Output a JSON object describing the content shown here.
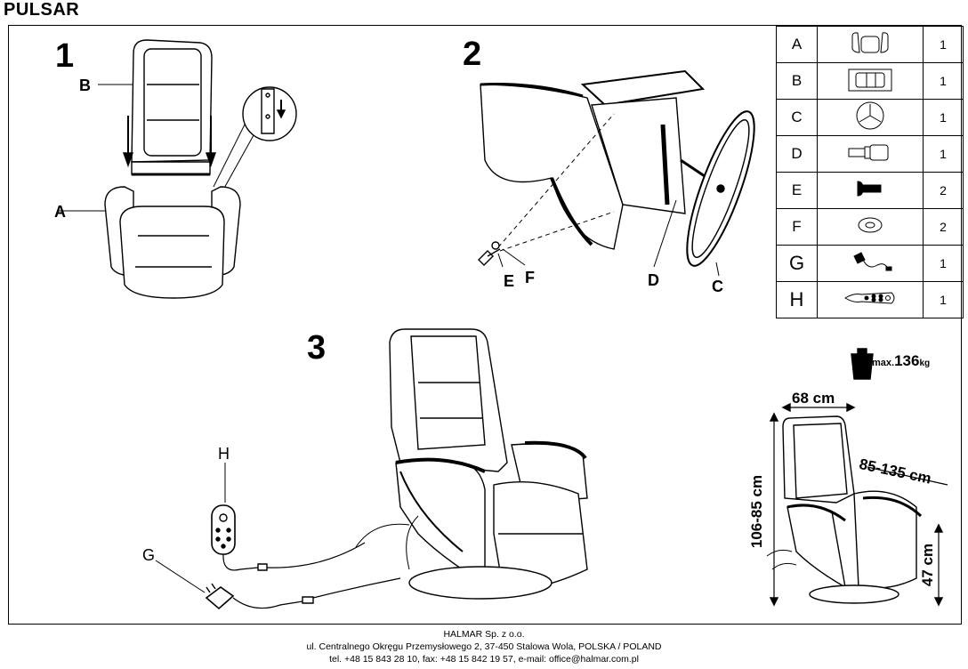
{
  "header": {
    "title": "PULSAR"
  },
  "steps": [
    "1",
    "2",
    "3"
  ],
  "labels": {
    "A": "A",
    "B": "B",
    "C": "C",
    "D": "D",
    "E": "E",
    "F": "F",
    "G": "G",
    "H": "H"
  },
  "parts": [
    {
      "letter": "A",
      "icon": "armrest-icon",
      "qty": "1"
    },
    {
      "letter": "B",
      "icon": "backrest-icon",
      "qty": "1"
    },
    {
      "letter": "C",
      "icon": "base-plate-icon",
      "qty": "1"
    },
    {
      "letter": "D",
      "icon": "bracket-icon",
      "qty": "1"
    },
    {
      "letter": "E",
      "icon": "bolt-icon",
      "qty": "2"
    },
    {
      "letter": "F",
      "icon": "washer-icon",
      "qty": "2"
    },
    {
      "letter": "G",
      "icon": "power-adapter-icon",
      "qty": "1"
    },
    {
      "letter": "H",
      "icon": "remote-control-icon",
      "qty": "1"
    }
  ],
  "specs": {
    "max_prefix": "max.",
    "max_value": "136",
    "max_unit": "kg",
    "width": "68 cm",
    "depth": "85-135 cm",
    "height": "106-85 cm",
    "seat_height": "47 cm"
  },
  "footer": {
    "company": "HALMAR Sp. z o.o.",
    "address": "ul. Centralnego Okręgu Przemysłowego 2, 37-450 Stalowa Wola, POLSKA / POLAND",
    "contact": "tel. +48 15 843 28 10, fax: +48 15 842 19 57, e-mail: office@halmar.com.pl"
  }
}
